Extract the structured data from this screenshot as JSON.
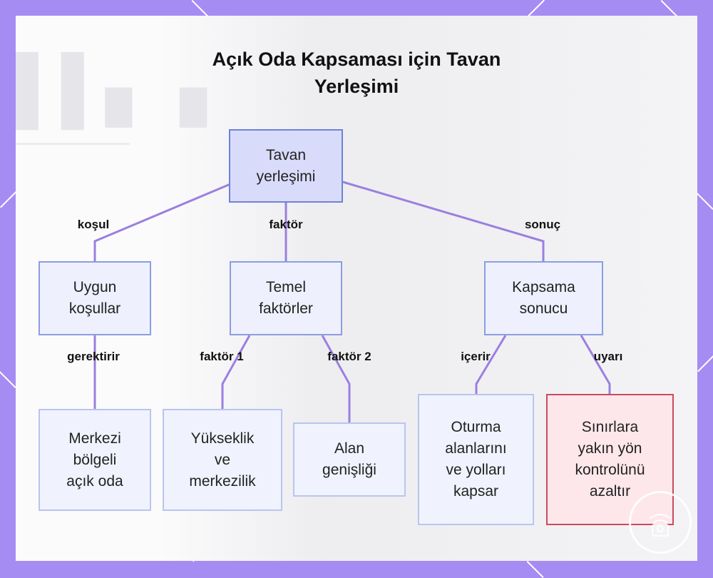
{
  "title": "Açık Oda Kapsaması için Tavan\nYerleşimi",
  "nodes": {
    "root": "Tavan\nyerleşimi",
    "conditions": "Uygun\nkoşullar",
    "factors": "Temel\nfaktörler",
    "result": "Kapsama\nsonucu",
    "central_room": "Merkezi\nbölgeli\naçık oda",
    "height": "Yükseklik\nve\nmerkezilik",
    "area": "Alan\ngenişliği",
    "seating": "Oturma\nalanlarını\nve yolları\nkapsar",
    "walls": "Sınırlara\nyakın yön\nkontrolünü\nazaltır"
  },
  "edges": {
    "kosul": "koşul",
    "faktor": "faktör",
    "sonuc": "sonuç",
    "gerektirir": "gerektirir",
    "faktor1": "faktör 1",
    "faktor2": "faktör 2",
    "icerir": "içerir",
    "uyari": "uyarı"
  },
  "colors": {
    "frame": "#a58cf2",
    "edge_line": "#9b7fe0",
    "warn_border": "#c94b5c"
  }
}
